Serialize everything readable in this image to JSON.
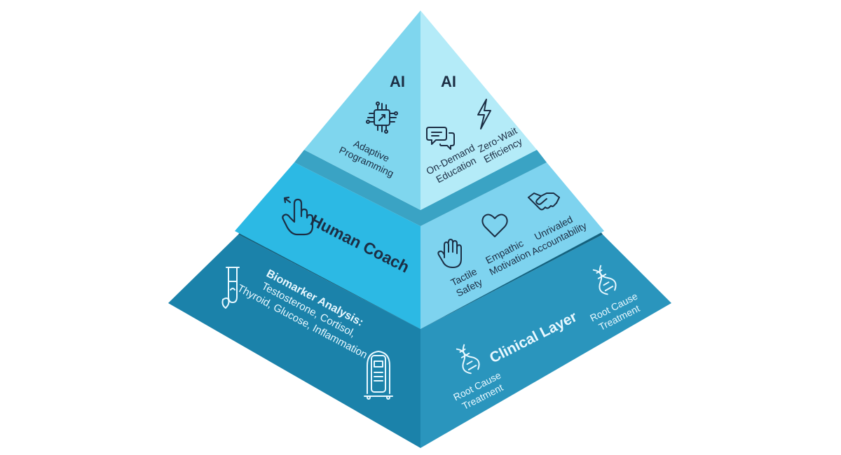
{
  "pyramid": {
    "top": {
      "left_title": "AI",
      "right_title": "AI",
      "left_item": {
        "line1": "Adaptive",
        "line2": "Programming",
        "icon": "circuit-chip-icon"
      },
      "right_items": [
        {
          "line1": "On-Demand",
          "line2": "Education",
          "icon": "chat-bubbles-icon"
        },
        {
          "line1": "Zero-Wait",
          "line2": "Efficiency",
          "icon": "lightning-icon"
        }
      ]
    },
    "middle": {
      "title": "Human Coach",
      "left_icon": "pointing-hand-icon",
      "right_items": [
        {
          "line1": "Tactile",
          "line2": "Safety",
          "icon": "hand-icon"
        },
        {
          "line1": "Empathic",
          "line2": "Motivation",
          "icon": "heart-icon"
        },
        {
          "line1": "Unrivaled",
          "line2": "Accountability",
          "icon": "handshake-icon"
        }
      ]
    },
    "bottom": {
      "left_heading": "Biomarker Analysis:",
      "left_line2": "Testosterone, Cortisol,",
      "left_line3": "Thyroid, Glucose, Inflammation",
      "left_icons": [
        "test-tube-icon",
        "body-scanner-icon"
      ],
      "title": "Clinical Layer",
      "right_items": [
        {
          "line1": "Root Cause",
          "line2": "Treatment",
          "icon": "dna-icon"
        },
        {
          "line1": "Root Cause",
          "line2": "Treatment",
          "icon": "dna-icon"
        }
      ]
    }
  },
  "colors": {
    "top_left_face": "#7fd6ee",
    "top_right_face": "#b4ebf8",
    "middle_left_face": "#2cb9e4",
    "middle_right_face": "#7ed3ef",
    "bottom_left_face": "#1b82aa",
    "bottom_right_face": "#2a95bd",
    "ledge_top": "#3aa3c4",
    "ledge_bottom": "#13627f"
  }
}
